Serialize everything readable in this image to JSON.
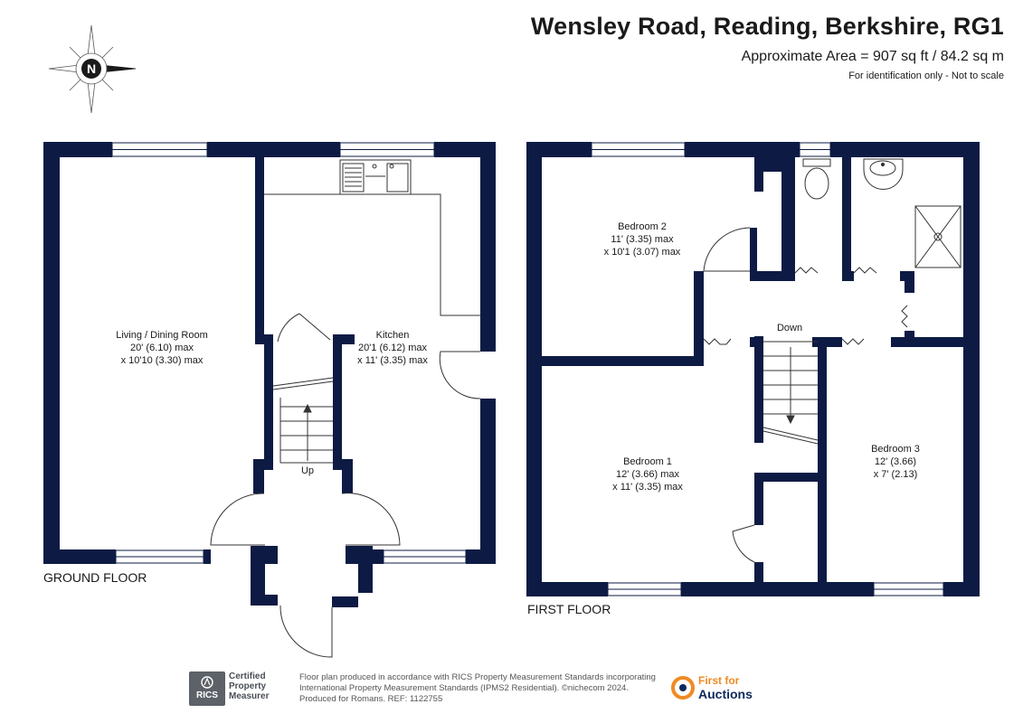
{
  "header": {
    "title": "Wensley Road, Reading, Berkshire, RG1",
    "area": "Approximate Area = 907 sq ft / 84.2 sq m",
    "note": "For identification only - Not to scale"
  },
  "compass": {
    "letter": "N",
    "icon": "compass-icon"
  },
  "colors": {
    "wall": "#0d1b44",
    "fixture": "#333333",
    "brand_orange": "#f08a24",
    "brand_navy": "#0d2a5c"
  },
  "floors": [
    {
      "label": "GROUND FLOOR",
      "rooms": [
        {
          "name": "Living / Dining Room",
          "dim1": "20' (6.10) max",
          "dim2": "x 10'10 (3.30) max"
        },
        {
          "name": "Kitchen",
          "dim1": "20'1 (6.12) max",
          "dim2": "x 11' (3.35) max"
        }
      ],
      "stairs_label": "Up"
    },
    {
      "label": "FIRST FLOOR",
      "rooms": [
        {
          "name": "Bedroom 2",
          "dim1": "11' (3.35) max",
          "dim2": "x 10'1 (3.07) max"
        },
        {
          "name": "Bedroom 1",
          "dim1": "12' (3.66) max",
          "dim2": "x 11' (3.35) max"
        },
        {
          "name": "Bedroom 3",
          "dim1": "12' (3.66)",
          "dim2": "x 7' (2.13)"
        }
      ],
      "stairs_label": "Down"
    }
  ],
  "footer": {
    "rics": {
      "badge": "RICS",
      "line1": "Certified",
      "line2": "Property",
      "line3": "Measurer"
    },
    "text_line1": "Floor plan produced in accordance with RICS Property Measurement Standards incorporating",
    "text_line2": "International Property Measurement Standards (IPMS2 Residential).  ©nichecom 2024.",
    "text_line3": "Produced for Romans.    REF:  1122755",
    "brand_line1": "First for",
    "brand_line2": "Auctions"
  }
}
